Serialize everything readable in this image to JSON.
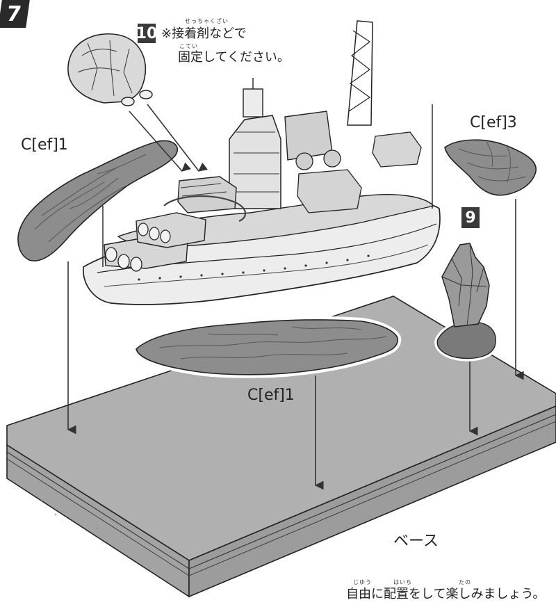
{
  "step": "7",
  "note": {
    "number": "10",
    "line1": "※接着剤などで",
    "line2": "固定してください。",
    "ruby1": "せっちゃくざい",
    "ruby2": "こてい"
  },
  "parts": {
    "left_cloud": "C[ef]1",
    "bottom_cloud": "C[ef]1",
    "right_cloud": "C[ef]3",
    "spire_number": "9",
    "base": "ベース"
  },
  "footer": {
    "text": "自由に配置をして楽しみましょう。",
    "ruby_jiyuu": "じゆう",
    "ruby_haichi": "はいち",
    "ruby_tano": "たの"
  },
  "colors": {
    "rock": "#8c8c8c",
    "rock_dark": "#6e6e6e",
    "base_top": "#b3b3b3",
    "base_side": "#a6a6a6",
    "line": "#222222",
    "badge": "#2a2a2a"
  }
}
